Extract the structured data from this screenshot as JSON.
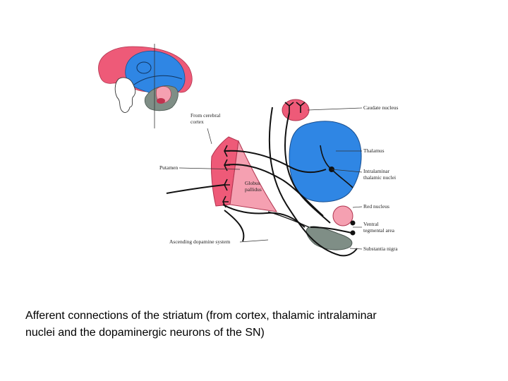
{
  "colors": {
    "pink": "#ee5a78",
    "light_pink": "#f5a0b1",
    "blue": "#2f86e4",
    "gray": "#7f8e86",
    "line": "#111111"
  },
  "labels": {
    "from_cortex": [
      "From cerebral",
      "cortex"
    ],
    "caudate": "Caudate nucleus",
    "thalamus": "Thalamus",
    "intralaminar": [
      "Intralaminar",
      "thalamic nuclei"
    ],
    "putamen": "Putamen",
    "globus": [
      "Globus",
      "pallidus"
    ],
    "red_nucleus": "Red nucleus",
    "vta": [
      "Ventral",
      "tegmental area"
    ],
    "ascending": "Ascending dopamine system",
    "substantia": "Substantia nigra"
  },
  "caption": [
    "Afferent connections of the striatum (from cortex, thalamic intralaminar",
    "nuclei and the dopaminergic neurons of the SN)"
  ]
}
